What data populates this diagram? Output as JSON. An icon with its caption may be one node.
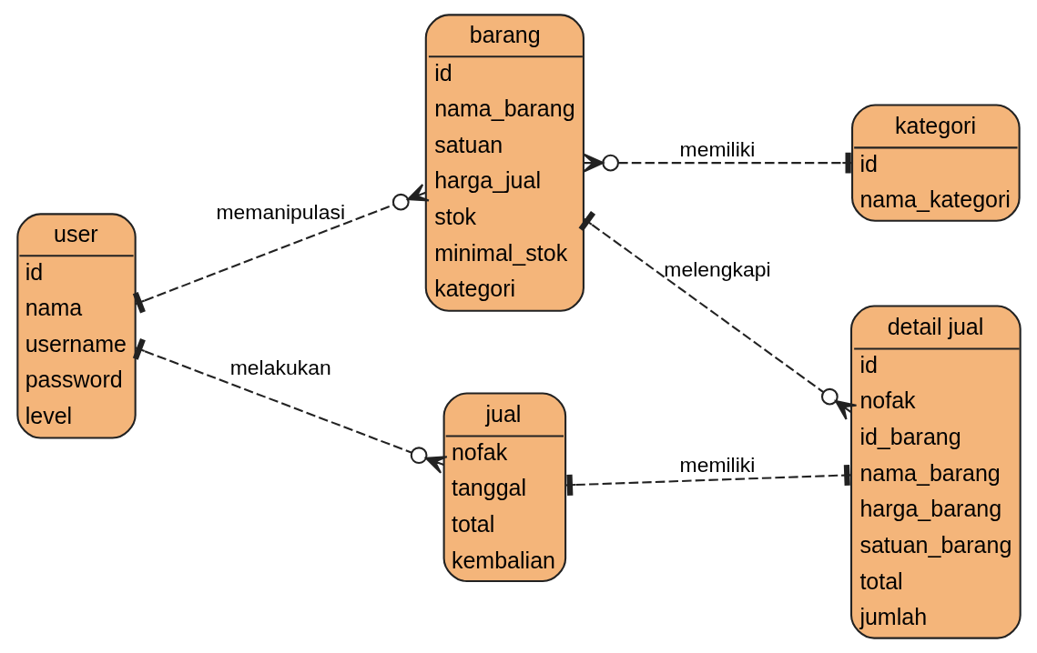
{
  "diagram": {
    "nodes": [
      {
        "text": [
          "barang",
          "id",
          "nama_barang",
          "satuan",
          "harga_jual",
          "stok",
          "minimal_stok",
          "kategori"
        ]
      },
      {
        "text": [
          "kategori",
          "id",
          "nama_kategori"
        ]
      },
      {
        "text": [
          "user",
          "id",
          "nama",
          "username",
          "password",
          "level"
        ]
      },
      {
        "text": [
          "jual",
          "nofak",
          "tanggal",
          "total",
          "kembalian"
        ]
      },
      {
        "text": [
          "detail jual",
          "id",
          "nofak",
          "id_barang",
          "nama_barang",
          "harga_barang",
          "satuan_barang",
          "total",
          "jumlah"
        ]
      }
    ],
    "edges": [
      {
        "from": 0,
        "to": 1,
        "arrow": "other",
        "label": "memiliki",
        "style": "dashed"
      },
      {
        "from": 2,
        "to": 0,
        "arrow": "other",
        "label": "memanipulasi",
        "style": "dashed"
      },
      {
        "from": 0,
        "to": 4,
        "arrow": "other",
        "label": "melengkapi",
        "style": "dashed"
      },
      {
        "from": 2,
        "to": 3,
        "arrow": "other",
        "label": "melakukan",
        "style": "dashed"
      },
      {
        "from": 3,
        "to": 4,
        "arrow": "other",
        "label": "memiliki",
        "style": "dashed"
      }
    ]
  }
}
